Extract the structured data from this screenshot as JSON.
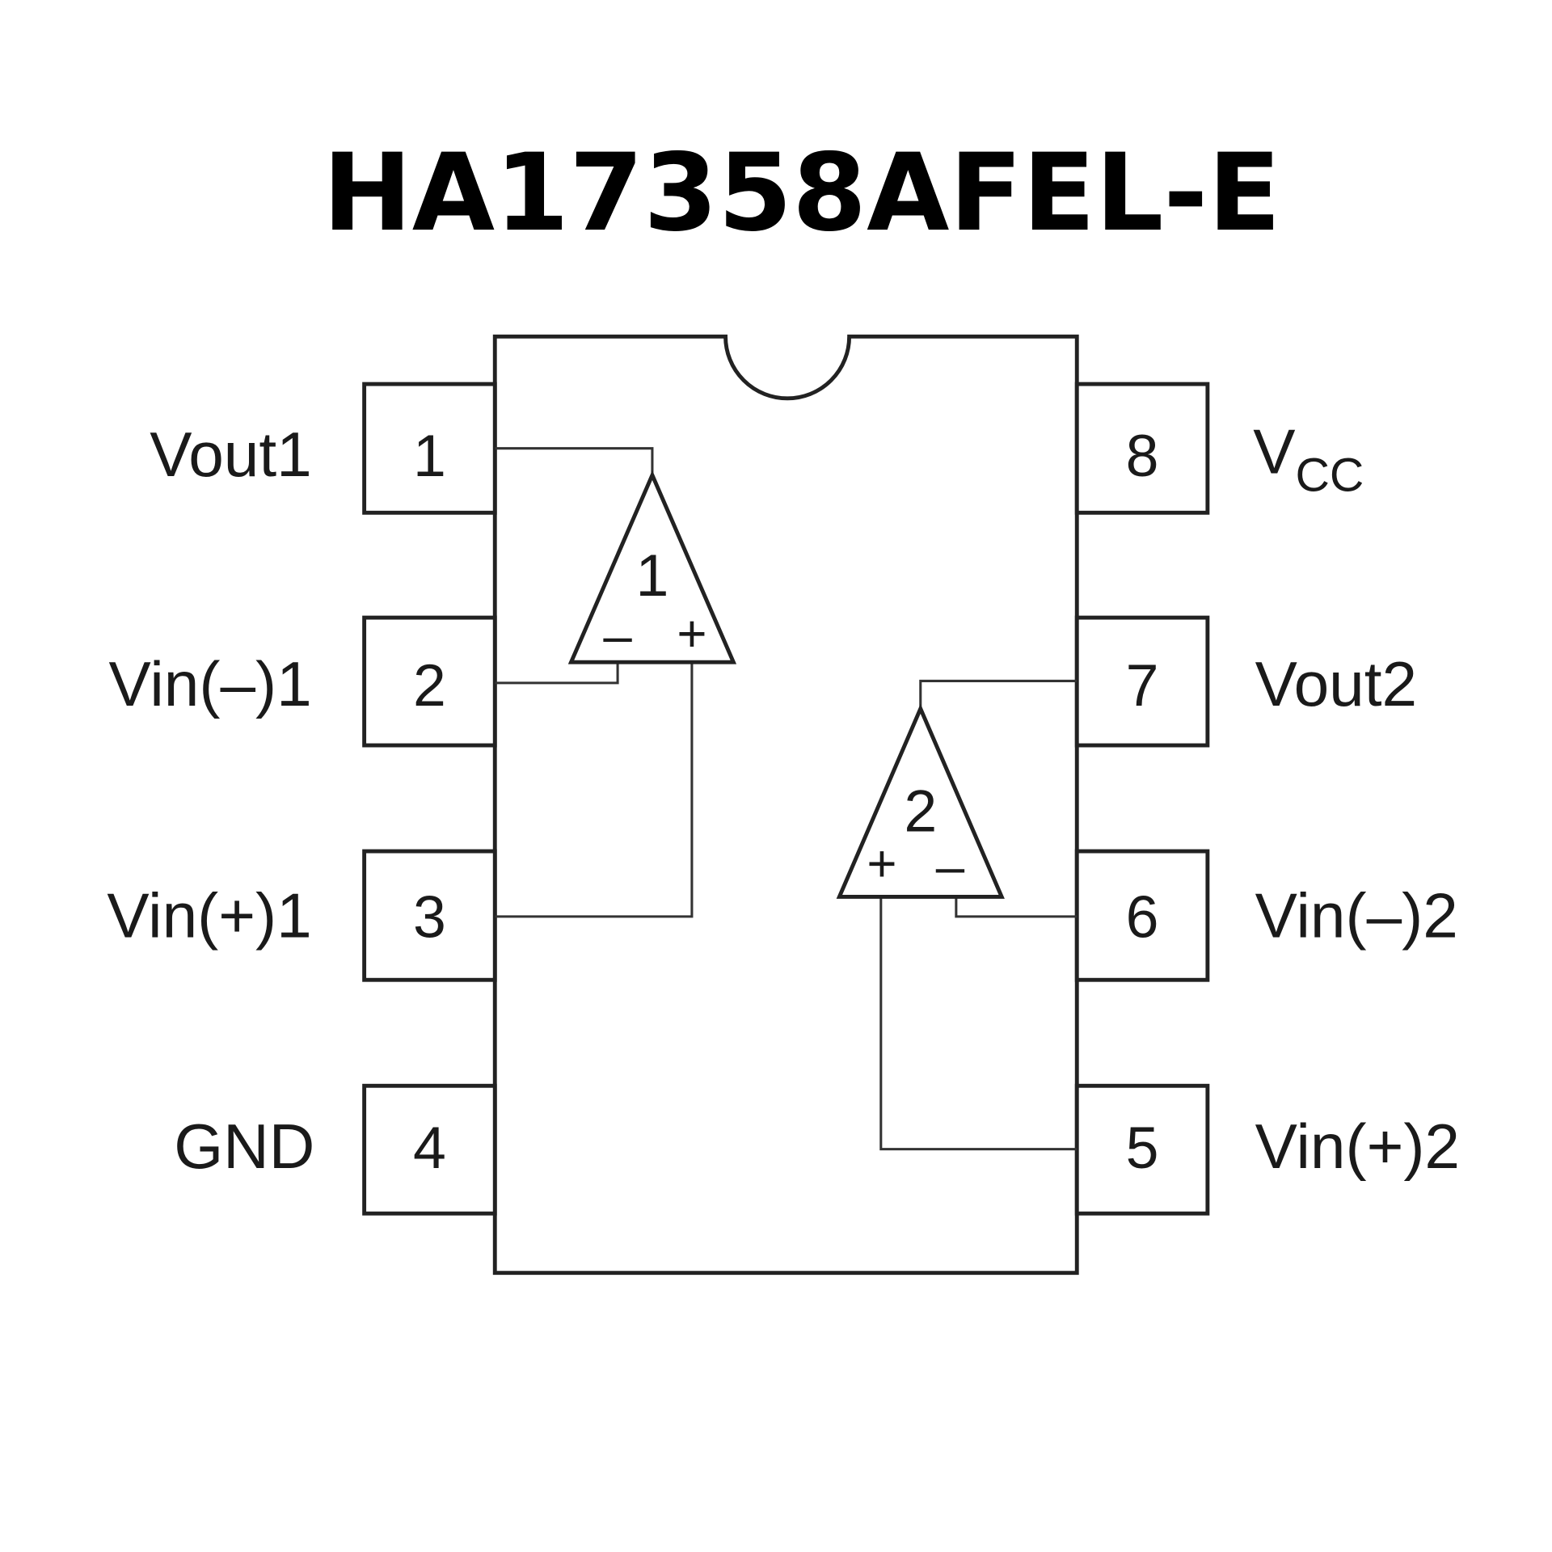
{
  "title": "HA17358AFEL-E",
  "pins": [
    {
      "number": "1",
      "label": "Vout1"
    },
    {
      "number": "2",
      "label": "Vin(–)1"
    },
    {
      "number": "3",
      "label": "Vin(+)1"
    },
    {
      "number": "4",
      "label": "GND"
    },
    {
      "number": "5",
      "label": "Vin(+)2"
    },
    {
      "number": "6",
      "label": "Vin(–)2"
    },
    {
      "number": "7",
      "label": "Vout2"
    },
    {
      "number": "8",
      "label_main": "V",
      "label_sub": "CC"
    }
  ],
  "amplifiers": [
    {
      "id": "1",
      "minus": "–",
      "plus": "+"
    },
    {
      "id": "2",
      "minus": "–",
      "plus": "+"
    }
  ]
}
